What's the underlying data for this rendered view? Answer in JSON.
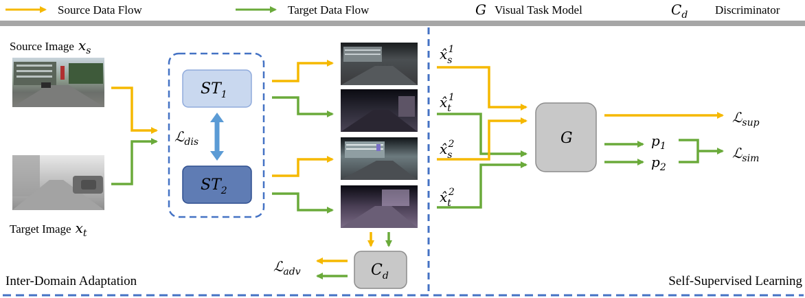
{
  "legend": {
    "source_flow": "Source Data Flow",
    "target_flow": "Target Data Flow",
    "g_symbol": "G",
    "g_label": "Visual Task Model",
    "cd_symbol": "C",
    "cd_sub": "d",
    "cd_label": "Discriminator"
  },
  "inputs": {
    "source_label": "Source Image",
    "source_var": "x",
    "source_sub": "s",
    "target_label": "Target Image",
    "target_var": "x",
    "target_sub": "t"
  },
  "modules": {
    "st1": "ST",
    "st1_sub": "1",
    "st2": "ST",
    "st2_sub": "2",
    "loss_dis": "ℒ",
    "loss_dis_sub": "dis",
    "g": "G",
    "cd": "C",
    "cd_sub": "d",
    "loss_adv": "ℒ",
    "loss_adv_sub": "adv"
  },
  "outputs": {
    "xs1": {
      "var": "x̂",
      "sub": "s",
      "sup": "1"
    },
    "xt1": {
      "var": "x̂",
      "sub": "t",
      "sup": "1"
    },
    "xs2": {
      "var": "x̂",
      "sub": "s",
      "sup": "2"
    },
    "xt2": {
      "var": "x̂",
      "sub": "t",
      "sup": "2"
    },
    "loss_sup": "ℒ",
    "loss_sup_sub": "sup",
    "p1": "p",
    "p1_sub": "1",
    "p2": "p",
    "p2_sub": "2",
    "loss_sim": "ℒ",
    "loss_sim_sub": "sim"
  },
  "sections": {
    "left": "Inter-Domain Adaptation",
    "right": "Self-Supervised Learning"
  },
  "colors": {
    "source": "#F5B800",
    "target": "#6AAA3A",
    "dashed": "#4472C4",
    "st1_fill": "#C9D8EF",
    "st2_fill": "#5F7CB4",
    "gray_box": "#C8C8C8",
    "bar": "#A6A6A6",
    "double_arrow": "#5B9BD5"
  }
}
